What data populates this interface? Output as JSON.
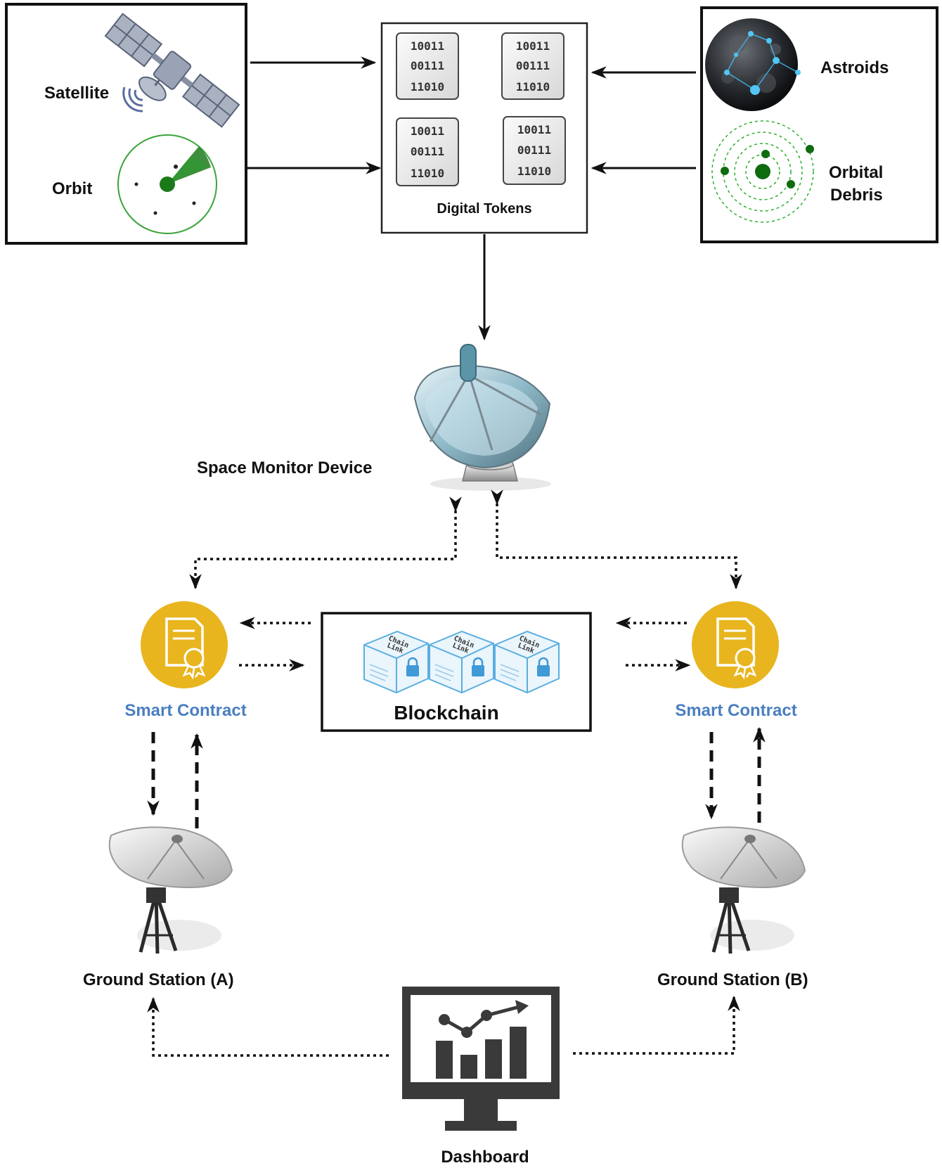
{
  "sources_left": {
    "satellite_label": "Satellite",
    "orbit_label": "Orbit"
  },
  "tokens": {
    "label": "Digital Tokens",
    "binary_rows": [
      "10011",
      "00111",
      "11010"
    ]
  },
  "sources_right": {
    "asteroids_label": "Astroids",
    "debris_label_line1": "Orbital",
    "debris_label_line2": "Debris"
  },
  "monitor": {
    "label": "Space Monitor Device"
  },
  "contract_a": {
    "label": "Smart Contract"
  },
  "contract_b": {
    "label": "Smart Contract"
  },
  "blockchain": {
    "label": "Blockchain",
    "cube_text_1": "Chain",
    "cube_text_2": "Link"
  },
  "station_a": {
    "label": "Ground Station (A)"
  },
  "station_b": {
    "label": "Ground Station (B)"
  },
  "dashboard": {
    "label": "Dashboard"
  },
  "colors": {
    "contract_gold": "#e8b51f",
    "contract_label": "#4a7fc0",
    "radar_green": "#1a8a1a",
    "chain_blue": "#5aaee0"
  }
}
